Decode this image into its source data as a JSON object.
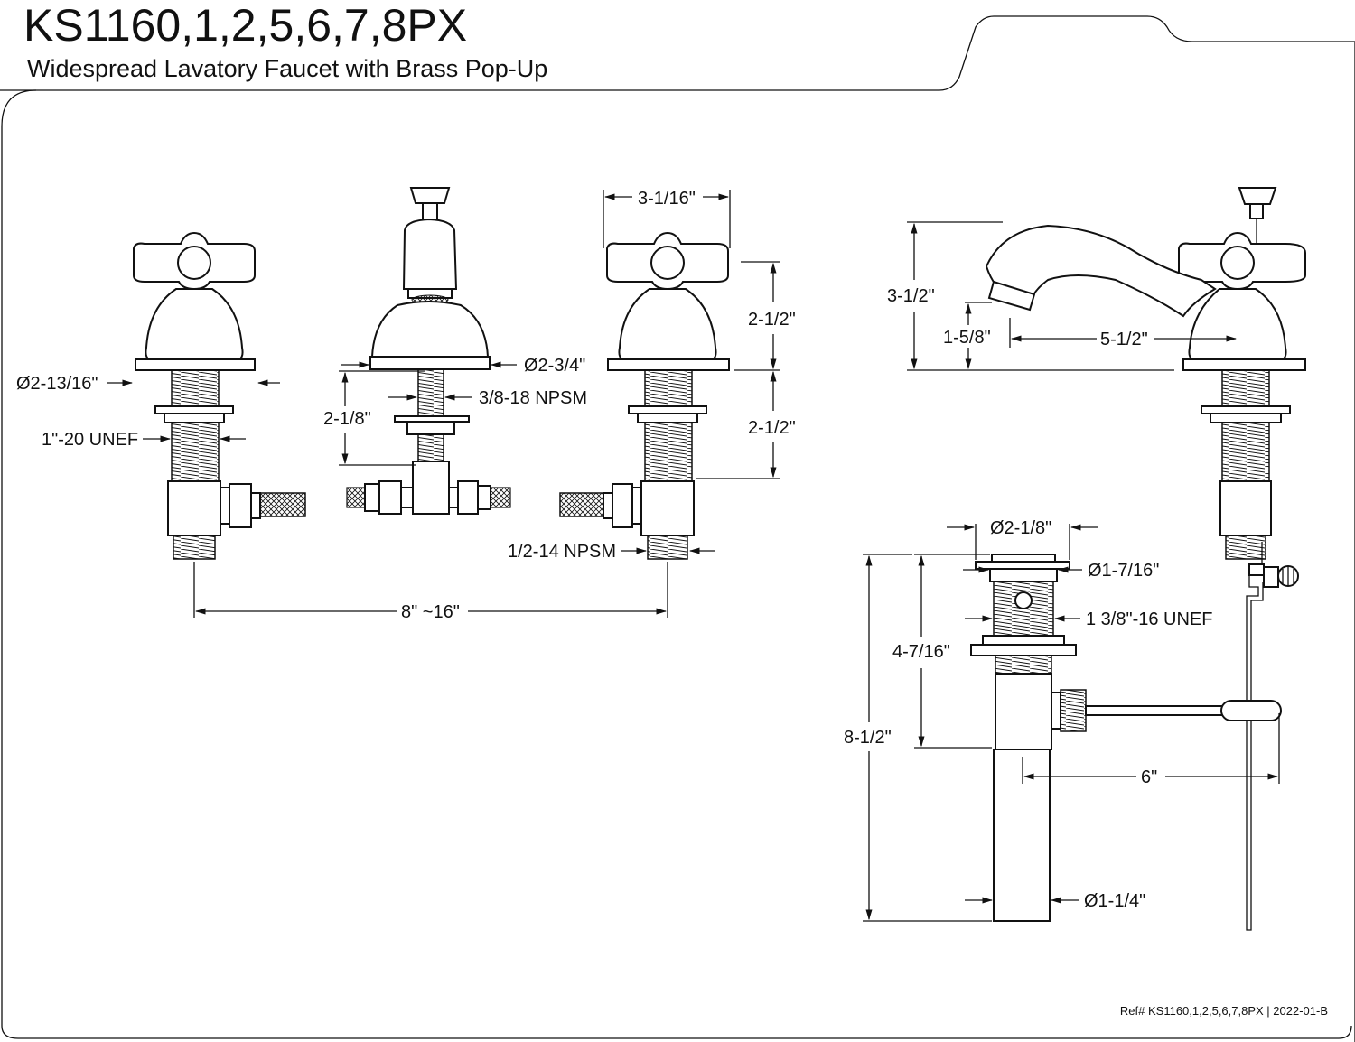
{
  "header": {
    "model": "KS1160,1,2,5,6,7,8PX",
    "subtitle": "Widespread Lavatory Faucet with Brass Pop-Up"
  },
  "footer": {
    "reference": "Ref# KS1160,1,2,5,6,7,8PX | 2022-01-B"
  },
  "dimensions": {
    "handle_flange_dia": "Ø2-13/16\"",
    "handle_thread": "1\"-20 UNEF",
    "spout_flange_dia": "Ø2-3/4\"",
    "spout_thread": "3/8-18 NPSM",
    "spout_shank_length": "2-1/8\"",
    "handle_width": "3-1/16\"",
    "handle_height": "2-1/2\"",
    "handle_shank_length": "2-1/2\"",
    "supply_thread": "1/2-14 NPSM",
    "center_spread": "8\" ~16\"",
    "spout_height": "3-1/2\"",
    "aerator_height": "1-5/8\"",
    "spout_reach": "5-1/2\"",
    "drain_top_dia": "Ø2-1/8\"",
    "drain_flange_dia": "Ø1-7/16\"",
    "drain_thread": "1 3/8\"-16 UNEF",
    "drain_body_length": "4-7/16\"",
    "drain_total_length": "8-1/2\"",
    "pivot_rod_length": "6\"",
    "tailpiece_dia": "Ø1-1/4\""
  }
}
